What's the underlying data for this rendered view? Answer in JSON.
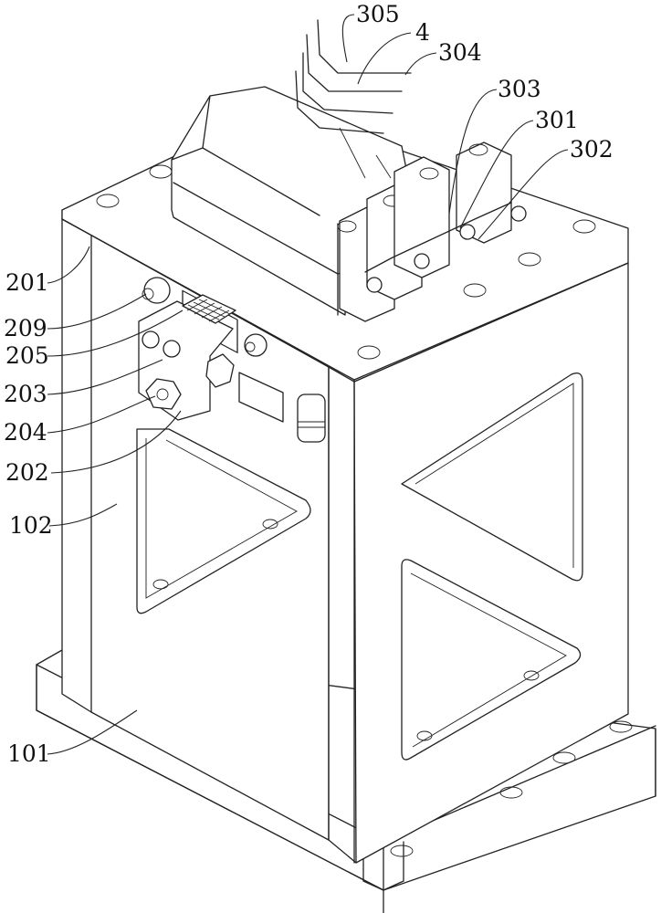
{
  "figure": {
    "type": "patent isometric line drawing",
    "subject": "mechanical fixture assembly with base plate, frame, side bracket and top terminal module",
    "labels": [
      {
        "id": "305",
        "text": "305"
      },
      {
        "id": "4",
        "text": "4"
      },
      {
        "id": "304",
        "text": "304"
      },
      {
        "id": "303",
        "text": "303"
      },
      {
        "id": "301",
        "text": "301"
      },
      {
        "id": "302",
        "text": "302"
      },
      {
        "id": "201",
        "text": "201"
      },
      {
        "id": "209",
        "text": "209"
      },
      {
        "id": "205",
        "text": "205"
      },
      {
        "id": "203",
        "text": "203"
      },
      {
        "id": "204",
        "text": "204"
      },
      {
        "id": "202",
        "text": "202"
      },
      {
        "id": "102",
        "text": "102"
      },
      {
        "id": "101",
        "text": "101"
      }
    ],
    "line_color": "#222222",
    "background_color": "#ffffff"
  }
}
